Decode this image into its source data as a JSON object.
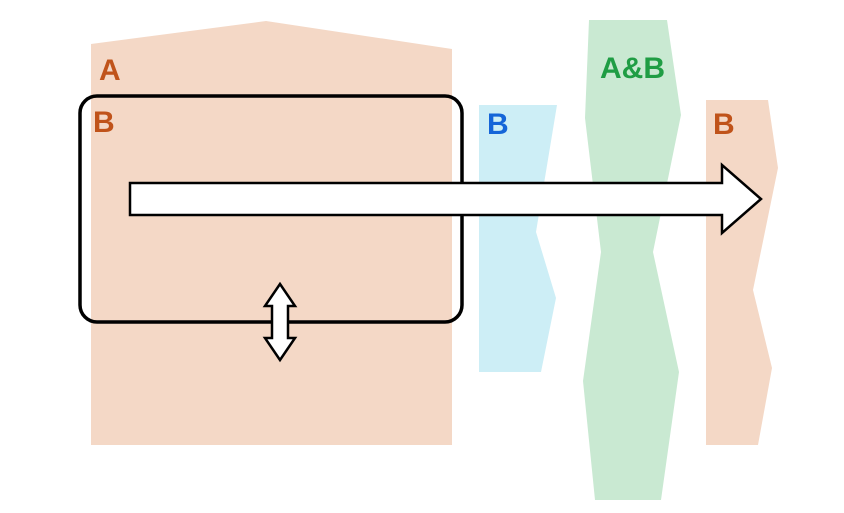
{
  "diagram": {
    "labels": {
      "region_a": "A",
      "region_b_main": "B",
      "region_b_blue": "B",
      "region_ab": "A&B",
      "region_b_right": "B"
    },
    "colors": {
      "peach_fill": "#f4d8c6",
      "blue_fill": "#cdeef6",
      "green_fill": "#c9e9d2",
      "label_orange": "#c0531a",
      "label_blue": "#1565d8",
      "label_green": "#1f9d44",
      "outline": "#000000",
      "arrow_fill": "#ffffff",
      "background": "#ffffff"
    }
  }
}
